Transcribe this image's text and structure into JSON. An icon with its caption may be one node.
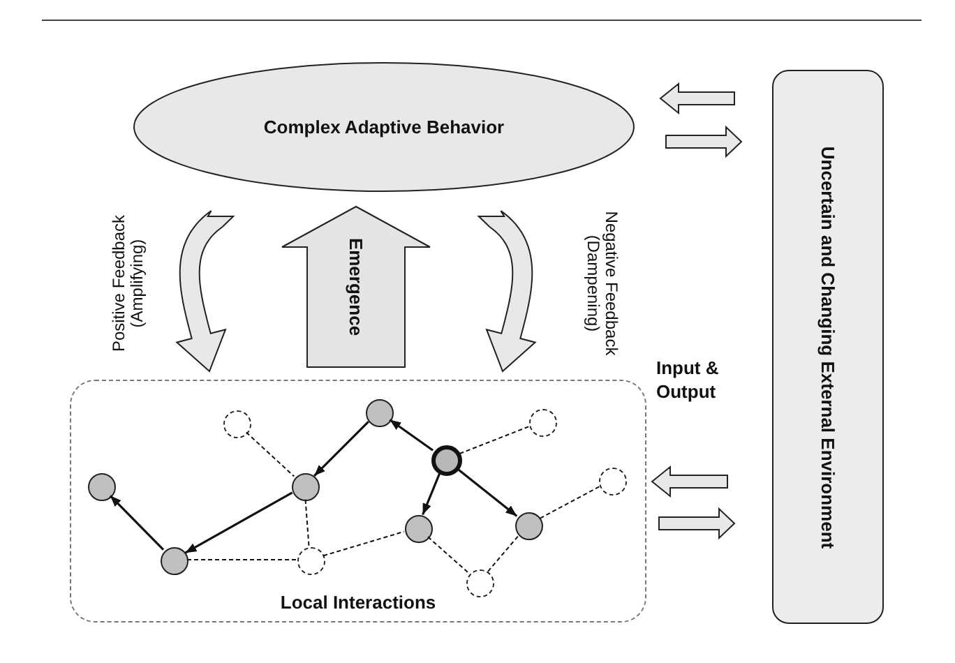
{
  "diagram": {
    "nodes": [
      {
        "text": [
          "Complex Adaptive Behavior"
        ]
      },
      {
        "text": [
          "Uncertain and Changing External Environment"
        ]
      },
      {
        "text": [
          "Local Interactions"
        ]
      },
      {
        "text": [],
        "shape": "circle",
        "in": 2
      },
      {
        "text": [],
        "shape": "circle",
        "in": 2
      },
      {
        "text": [],
        "shape": "circle",
        "in": 2
      },
      {
        "text": [],
        "shape": "circle",
        "in": 2
      },
      {
        "text": [],
        "shape": "circle",
        "in": 2
      },
      {
        "text": [],
        "shape": "circle",
        "in": 2
      },
      {
        "text": [],
        "shape": "circle",
        "in": 2
      },
      {
        "text": [],
        "shape": "circle",
        "in": 2
      },
      {
        "text": [],
        "shape": "circle",
        "in": 2
      },
      {
        "text": [],
        "shape": "circle",
        "in": 2
      },
      {
        "text": [],
        "shape": "circle",
        "in": 2
      },
      {
        "text": [],
        "shape": "circle",
        "in": 2
      }
    ],
    "edges": [
      {
        "from": 2,
        "to": 0,
        "arrow": "to",
        "label": "Emergence",
        "style": "thick"
      },
      {
        "from": 0,
        "to": 2,
        "arrow": "to",
        "label": "Positive Feedback (Amplifying)",
        "style": "thick"
      },
      {
        "from": 0,
        "to": 2,
        "arrow": "to",
        "label": "Negative Feedback (Dampening)",
        "style": "thick"
      },
      {
        "from": 1,
        "to": 0,
        "arrow": "to",
        "style": "thick"
      },
      {
        "from": 0,
        "to": 1,
        "arrow": "to",
        "style": "thick"
      },
      {
        "from": 1,
        "to": 2,
        "arrow": "to",
        "style": "thick"
      },
      {
        "from": 2,
        "to": 1,
        "arrow": "to",
        "style": "thick"
      },
      {
        "from": 6,
        "to": 3,
        "arrow": "to"
      },
      {
        "from": 3,
        "to": 9,
        "arrow": "to"
      },
      {
        "from": 9,
        "to": 12,
        "arrow": "to"
      },
      {
        "from": 12,
        "to": 8,
        "arrow": "to"
      },
      {
        "from": 6,
        "to": 11,
        "arrow": "to"
      },
      {
        "from": 6,
        "to": 10,
        "arrow": "to"
      },
      {
        "from": 5,
        "to": 9,
        "arrow": "none",
        "style": "dashed"
      },
      {
        "from": 6,
        "to": 4,
        "arrow": "none",
        "style": "dashed"
      },
      {
        "from": 9,
        "to": 13,
        "arrow": "none",
        "style": "dashed"
      },
      {
        "from": 12,
        "to": 13,
        "arrow": "none",
        "style": "dashed"
      },
      {
        "from": 13,
        "to": 11,
        "arrow": "none",
        "style": "dashed"
      },
      {
        "from": 11,
        "to": 14,
        "arrow": "none",
        "style": "dashed"
      },
      {
        "from": 14,
        "to": 10,
        "arrow": "none",
        "style": "dashed"
      },
      {
        "from": 10,
        "to": 7,
        "arrow": "none",
        "style": "dashed"
      }
    ],
    "labels": [
      "Input & Output"
    ]
  }
}
